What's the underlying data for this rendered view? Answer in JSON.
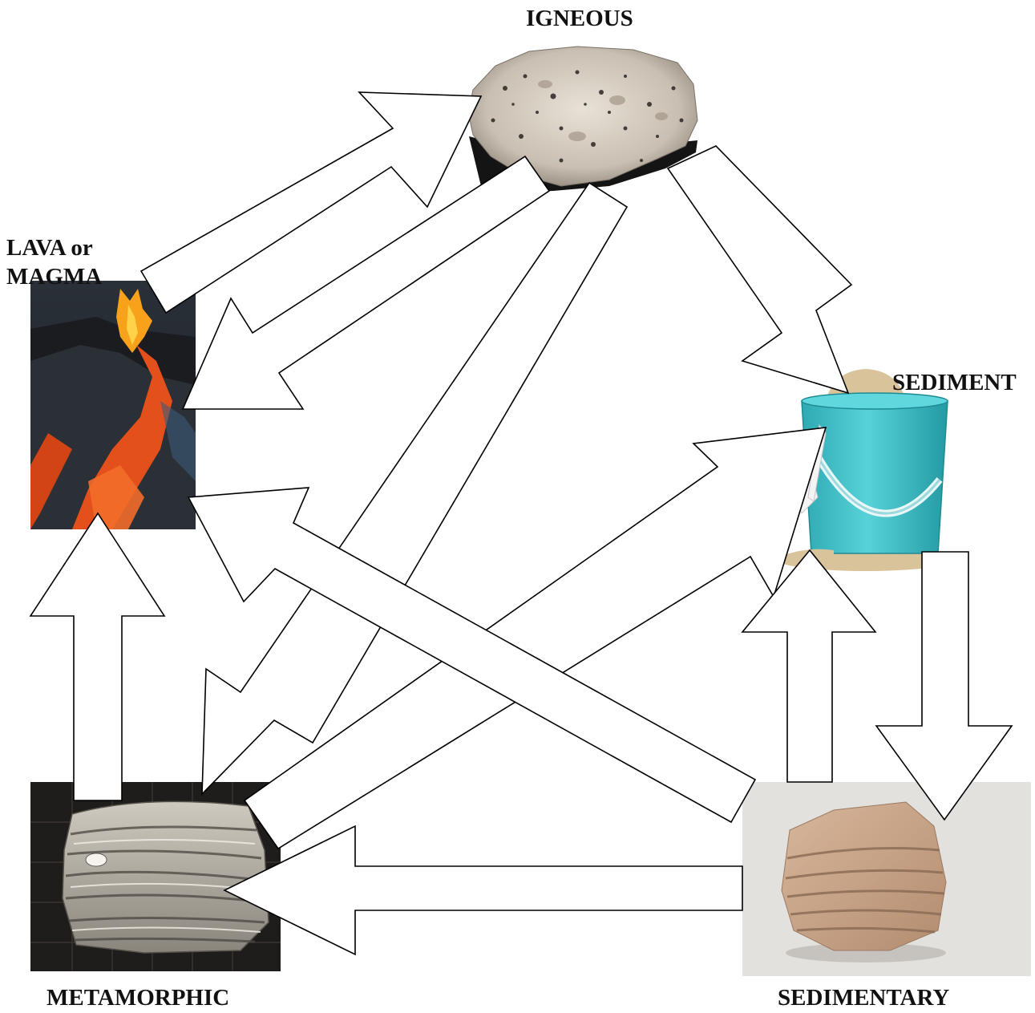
{
  "labels": {
    "igneous": "IGNEOUS",
    "lava_line1": "LAVA or",
    "lava_line2": "MAGMA",
    "sediment": "SEDIMENT",
    "metamorphic": "METAMORPHIC",
    "sedimentary": "SEDIMENTARY"
  },
  "images": {
    "igneous": "granite-rock",
    "lava": "volcano-lava-flow",
    "sediment": "sand-bucket-with-shovel",
    "metamorphic": "banded-gneiss-rock",
    "sedimentary": "layered-sandstone-rock"
  },
  "colors": {
    "bucket": "#3fc1c9",
    "sand": "#d9c39a",
    "lava": "#f0561a",
    "background": "#ffffff"
  }
}
